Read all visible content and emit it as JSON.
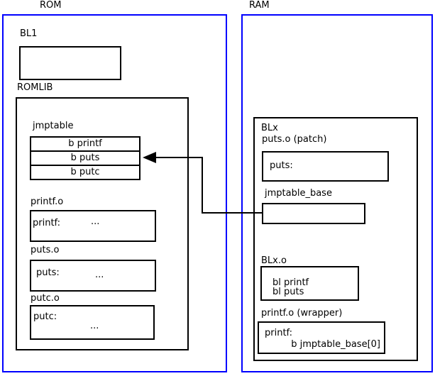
{
  "diagram": {
    "colors": {
      "frame_blue": "#0000ff",
      "box_black": "#000000"
    },
    "arrow": {
      "from": "jmptable_base",
      "to": "jmptable b puts entry"
    },
    "rom": {
      "title": "ROM",
      "bl1": {
        "label": "BL1"
      },
      "romlib": {
        "label": "ROMLIB",
        "jmptable": {
          "label": "jmptable",
          "rows": [
            "b printf",
            "b puts",
            "b putc"
          ]
        },
        "objects": [
          {
            "label": "printf.o",
            "symbol": "printf:",
            "body": "..."
          },
          {
            "label": "puts.o",
            "symbol": "puts:",
            "body": "..."
          },
          {
            "label": "putc.o",
            "symbol": "putc:",
            "body": "..."
          }
        ]
      }
    },
    "ram": {
      "title": "RAM",
      "blx": {
        "label": "BLx",
        "puts_patch": {
          "label": "puts.o (patch)",
          "symbol": "puts:"
        },
        "jmptable_base": {
          "label": "jmptable_base"
        },
        "blx_o": {
          "label": "BLx.o",
          "lines": [
            "bl printf",
            "bl puts"
          ]
        },
        "printf_wrapper": {
          "label": "printf.o (wrapper)",
          "symbol": "printf:",
          "body": "b jmptable_base[0]"
        }
      }
    }
  }
}
